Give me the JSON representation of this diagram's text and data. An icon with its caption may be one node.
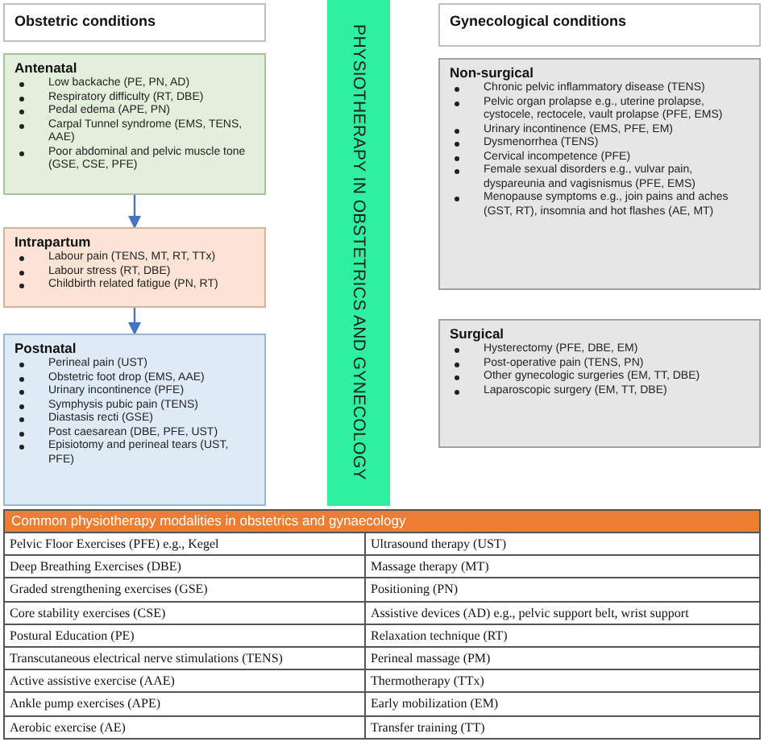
{
  "diagram": {
    "nodes": [
      {
        "text": [
          "Obstetric conditions"
        ]
      },
      {
        "text": [
          "Antenatal",
          "Low backache (PE, PN, AD)",
          "Respiratory difficulty (RT, DBE)",
          "Pedal edema (APE, PN)",
          "Carpal Tunnel syndrome (EMS, TENS, AAE)",
          "Poor abdominal and pelvic muscle tone (GSE, CSE, PFE)"
        ]
      },
      {
        "text": [
          "Intrapartum",
          "Labour pain (TENS, MT, RT, TTx)",
          "Labour stress (RT, DBE)",
          "Childbirth related fatigue (PN, RT)"
        ]
      },
      {
        "text": [
          "Postnatal",
          "Perineal pain (UST)",
          "Obstetric foot drop (EMS, AAE)",
          "Urinary incontinence (PFE)",
          "Symphysis pubic pain (TENS)",
          "Diastasis recti (GSE)",
          "Post caesarean (DBE, PFE, UST)",
          "Episiotomy and perineal tears (UST, PFE)"
        ]
      },
      {
        "text": [
          "PHYSIOTHERAPY IN OBSTETRICS AND GYNECOLOGY"
        ]
      },
      {
        "text": [
          "Gynecological conditions"
        ]
      },
      {
        "text": [
          "Non-surgical",
          "Chronic pelvic inflammatory disease (TENS)",
          "Pelvic organ prolapse e.g., uterine prolapse, cystocele, rectocele, vault prolapse (PFE, EMS)",
          "Urinary incontinence (EMS, PFE, EM)",
          "Dysmenorrhea (TENS)",
          "Cervical incompetence (PFE)",
          "Female sexual disorders e.g., vulvar pain, dyspareunia and vagisnismus (PFE, EMS)",
          "Menopause symptoms e.g., join pains and aches (GST, RT), insomnia and hot flashes (AE, MT)"
        ]
      },
      {
        "text": [
          "Surgical",
          "Hysterectomy (PFE, DBE, EM)",
          "Post-operative pain (TENS, PN)",
          "Other gynecologic surgeries (EM, TT, DBE)",
          "Laparoscopic surgery (EM, TT, DBE)"
        ]
      }
    ],
    "edges": [
      {
        "from": 1,
        "to": 2,
        "arrow": "to"
      },
      {
        "from": 2,
        "to": 3,
        "arrow": "to"
      }
    ],
    "labels": [
      "Common physiotherapy modalities in obstetrics and gynaecology",
      "Pelvic Floor Exercises (PFE) e.g., Kegel",
      "Ultrasound therapy (UST)",
      "Deep Breathing Exercises (DBE)",
      "Massage therapy (MT)",
      "Graded strengthening exercises (GSE)",
      "Positioning (PN)",
      "Core stability exercises (CSE)",
      "Assistive devices (AD) e.g., pelvic support belt, wrist support",
      "Postural Education (PE)",
      "Relaxation technique (RT)",
      "Transcutaneous electrical nerve stimulations (TENS)",
      "Perineal massage (PM)",
      "Active assistive exercise (AAE)",
      "Thermotherapy (TTx)",
      "Ankle pump exercises (APE)",
      "Early mobilization (EM)",
      "Aerobic exercise (AE)",
      "Transfer training (TT)"
    ]
  }
}
